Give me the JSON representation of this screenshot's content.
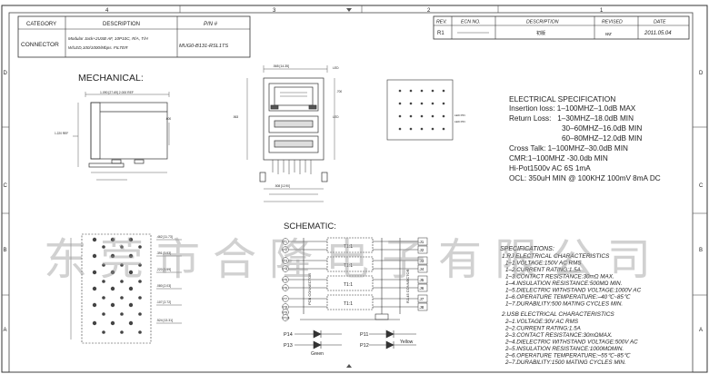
{
  "border": {
    "top_zones": [
      "4",
      "3",
      "2",
      "1"
    ],
    "side_zones": [
      "D",
      "C",
      "B",
      "A"
    ]
  },
  "title_block": {
    "headers": [
      "CATEGORY",
      "DESCRIPTION",
      "P/N #"
    ],
    "category": "CONNECTOR",
    "description_line1": "Modular Jack+2USB AF, 10P10C, R/A, T/H",
    "description_line2": "W/LED,100/1000/Mbps. FILTER",
    "part_number": "MUG0-B131-RSL1TS"
  },
  "revision_block": {
    "headers": [
      "REV.",
      "ECN NO.",
      "DESCRIPTION",
      "REVISED",
      "DATE"
    ],
    "rev": "R1",
    "ecn": "",
    "description": "初版",
    "revised_by": "wz",
    "date": "2011.05.04"
  },
  "headings": {
    "mechanical": "MECHANICAL:",
    "schematic": "SCHEMATIC:"
  },
  "electrical": {
    "title": "ELECTRICAL SPECIFICATION",
    "lines": [
      "Insertion loss: 1–100MHZ–1.0dB MAX",
      "Return Loss:   1–30MHZ–18.0dB MIN",
      "30–60MHZ–16.0dB MIN",
      "60–80MHZ–12.0dB MIN",
      "Cross Talk: 1–100MHZ–30.0dB MIN",
      "CMR:1–100MHZ  -30.0db MIN",
      "Hi-Pot1500v AC 6S 1mA",
      "OCL: 350uH MIN @ 100KHZ 100mV 8mA DC"
    ]
  },
  "specifications": {
    "title": "SPECIFICATIONS:",
    "rj45_title": "1.RJ ELECTRICAL CHARACTERISTICS",
    "rj45_items": [
      "1–1.VOLTAGE:150V AC RMS",
      "1–2.CURRENT RATING:1.5A",
      "1–3.CONTACT RESISTANCE:30mΩ MAX.",
      "1–4.INSULATION RESISTANCE:500MΩ MIN.",
      "1–5.DIELECTRIC WITHSTAND VOLTAGE:1000V AC",
      "1–6.OPERATURE TEMPERATURE:–40℃~85℃",
      "1–7.DURABILITY:500 MATING CYCLES MIN."
    ],
    "usb_title": "2.USB ELECTRICAL CHARACTERISTICS",
    "usb_items": [
      "2–1.VOLTAGE:30V AC RMS",
      "2–2.CURRENT RATING:1.5A",
      "2–3.CONTACT RESISTANCE:30mΩMAX.",
      "2–4.DIELECTRIC WITHSTAND VOLTAGE:500V AC",
      "2–5.INSULATION RESISTANCE:1000MΩMIN.",
      "2–6.OPERATURE TEMPERATURE:–55℃~85℃",
      "2–7.DURABILITY:1500 MATING CYCLES MIN."
    ]
  },
  "schematic": {
    "left_pins": [
      "P1",
      "P2",
      "P3",
      "P4",
      "P5",
      "P6",
      "P7",
      "P8",
      "P9",
      "P10"
    ],
    "right_pins": [
      "J1",
      "J2",
      "J3",
      "J4",
      "J5",
      "J6",
      "J7",
      "J8"
    ],
    "transformers": [
      "T1:1",
      "T1:1",
      "T1:1",
      "T1:1"
    ],
    "left_label": "PCB CONNECTOR",
    "right_label": "RJ-45 CONNECTOR",
    "led_left_pins": [
      "P14",
      "P13"
    ],
    "led_right_pins": [
      "P11",
      "P12"
    ],
    "led_left_color": "Green",
    "led_right_color": "Yellow"
  },
  "watermark": "东莞市合隆电子有限公司"
}
